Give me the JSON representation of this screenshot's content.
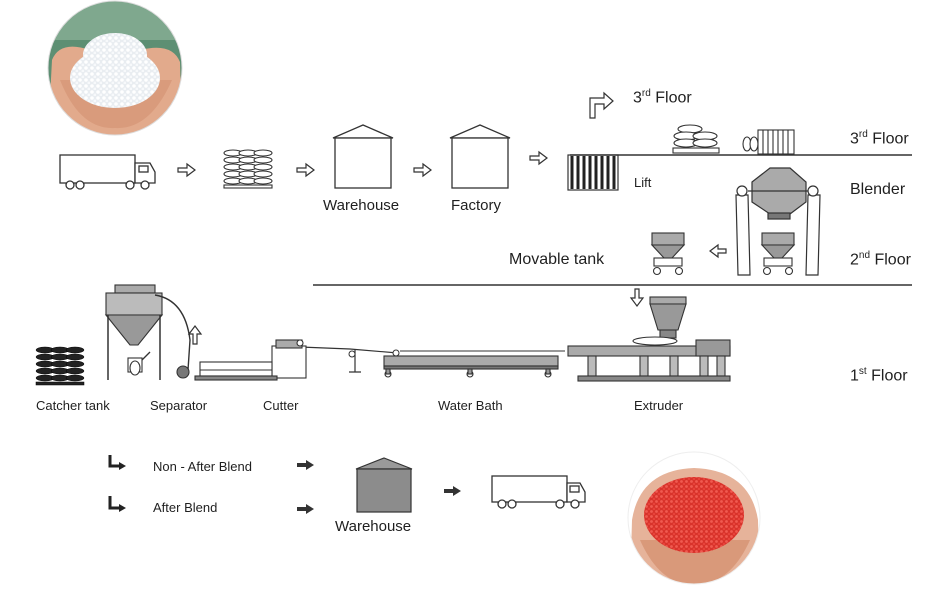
{
  "labels": {
    "warehouse_top": "Warehouse",
    "factory": "Factory",
    "lift": "Lift",
    "third_floor_arrow": {
      "base": "3",
      "sup": "rd",
      "rest": " Floor"
    },
    "floor_3": {
      "base": "3",
      "sup": "rd",
      "rest": " Floor"
    },
    "blender": "Blender",
    "movable_tank": "Movable tank",
    "floor_2": {
      "base": "2",
      "sup": "nd",
      "rest": " Floor"
    },
    "floor_1": {
      "base": "1",
      "sup": "st",
      "rest": " Floor"
    },
    "catcher_tank": "Catcher tank",
    "separator": "Separator",
    "cutter": "Cutter",
    "water_bath": "Water Bath",
    "extruder": "Extruder",
    "non_after_blend": "Non - After Blend",
    "after_blend": "After Blend",
    "warehouse_bottom": "Warehouse"
  },
  "colors": {
    "line": "#333333",
    "machine_gray": "#9a9a9a",
    "machine_dark": "#555555",
    "warehouse_fill": "#8c8c8c",
    "white_pellets": "#f4f6f8",
    "red_pellets": "#e8433a",
    "skin": "#e7b49a"
  }
}
